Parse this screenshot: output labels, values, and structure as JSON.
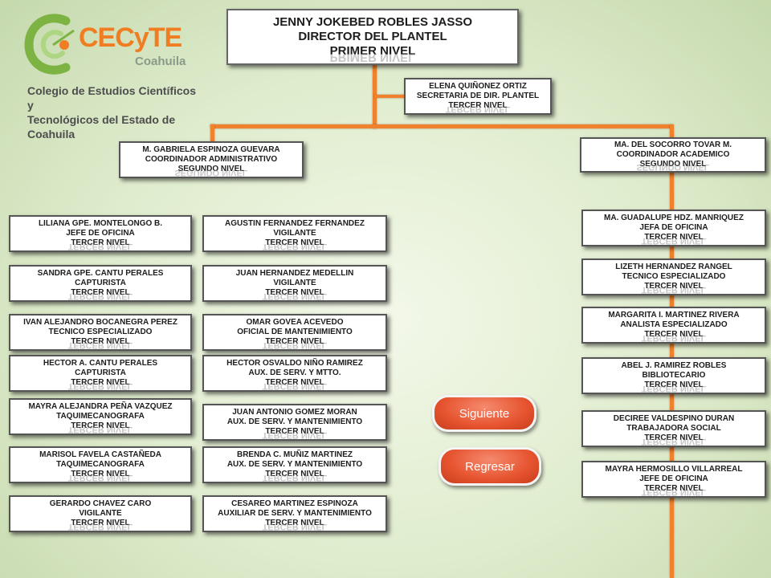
{
  "logo": {
    "name": "CECyTE",
    "state": "Coahuila",
    "subtitle_line1": "Colegio de Estudios Científicos y",
    "subtitle_line2": "Tecnológicos del Estado de Coahuila"
  },
  "colors": {
    "connector": "#f0822e",
    "button": "#e6532f",
    "logo_green": "#7cb342",
    "logo_orange": "#f07d22"
  },
  "director": {
    "name": "JENNY JOKEBED ROBLES JASSO",
    "role": "DIRECTOR DEL PLANTEL",
    "level": "PRIMER NIVEL"
  },
  "secretary": {
    "name": "ELENA QUIÑONEZ ORTIZ",
    "role": "SECRETARIA DE DIR. PLANTEL",
    "level": "TERCER NIVEL"
  },
  "coord_admin": {
    "name": "M. GABRIELA ESPINOZA GUEVARA",
    "role": "COORDINADOR ADMINISTRATIVO",
    "level": "SEGUNDO NIVEL"
  },
  "coord_acad": {
    "name": "MA. DEL SOCORRO TOVAR M.",
    "role": "COORDINADOR ACADEMICO",
    "level": "SEGUNDO NIVEL"
  },
  "admin_col1": [
    {
      "name": "LILIANA GPE. MONTELONGO B.",
      "role": "JEFE DE OFICINA",
      "level": "TERCER NIVEL"
    },
    {
      "name": "SANDRA GPE. CANTU PERALES",
      "role": "CAPTURISTA",
      "level": "TERCER NIVEL"
    },
    {
      "name": "IVAN ALEJANDRO BOCANEGRA PEREZ",
      "role": "TECNICO ESPECIALIZADO",
      "level": "TERCER NIVEL"
    },
    {
      "name": "HECTOR A. CANTU PERALES",
      "role": "CAPTURISTA",
      "level": "TERCER NIVEL"
    },
    {
      "name": "MAYRA ALEJANDRA PEÑA VAZQUEZ",
      "role": "TAQUIMECANOGRAFA",
      "level": "TERCER NIVEL"
    },
    {
      "name": "MARISOL FAVELA CASTAÑEDA",
      "role": "TAQUIMECANOGRAFA",
      "level": "TERCER NIVEL"
    },
    {
      "name": "GERARDO CHAVEZ CARO",
      "role": "VIGILANTE",
      "level": "TERCER NIVEL"
    }
  ],
  "admin_col2": [
    {
      "name": "AGUSTIN FERNANDEZ FERNANDEZ",
      "role": "VIGILANTE",
      "level": "TERCER NIVEL"
    },
    {
      "name": "JUAN HERNANDEZ MEDELLIN",
      "role": "VIGILANTE",
      "level": "TERCER NIVEL"
    },
    {
      "name": "OMAR GOVEA ACEVEDO",
      "role": "OFICIAL DE MANTENIMIENTO",
      "level": "TERCER NIVEL"
    },
    {
      "name": "HECTOR OSVALDO NIÑO RAMIREZ",
      "role": "AUX. DE SERV. Y MTTO.",
      "level": "TERCER NIVEL"
    },
    {
      "name": "JUAN ANTONIO GOMEZ MORAN",
      "role": "AUX. DE SERV. Y MANTENIMIENTO",
      "level": "TERCER NIVEL"
    },
    {
      "name": "BRENDA C. MUÑIZ MARTINEZ",
      "role": "AUX. DE SERV. Y MANTENIMIENTO",
      "level": "TERCER NIVEL"
    },
    {
      "name": "CESAREO MARTINEZ ESPINOZA",
      "role": "AUXILIAR DE SERV. Y MANTENIMIENTO",
      "level": "TERCER NIVEL"
    }
  ],
  "acad_col": [
    {
      "name": "MA. GUADALUPE HDZ. MANRIQUEZ",
      "role": "JEFA DE OFICINA",
      "level": "TERCER NIVEL"
    },
    {
      "name": "LIZETH HERNANDEZ RANGEL",
      "role": "TECNICO ESPECIALIZADO",
      "level": "TERCER NIVEL"
    },
    {
      "name": "MARGARITA I. MARTINEZ RIVERA",
      "role": "ANALISTA ESPECIALIZADO",
      "level": "TERCER NIVEL"
    },
    {
      "name": "ABEL J. RAMIREZ ROBLES",
      "role": "BIBLIOTECARIO",
      "level": "TERCER NIVEL"
    },
    {
      "name": "DECIREE VALDESPINO DURAN",
      "role": "TRABAJADORA SOCIAL",
      "level": "TERCER NIVEL"
    },
    {
      "name": "MAYRA HERMOSILLO VILLARREAL",
      "role": "JEFE DE OFICINA",
      "level": "TERCER NIVEL"
    }
  ],
  "buttons": {
    "next": "Siguiente",
    "back": "Regresar"
  }
}
